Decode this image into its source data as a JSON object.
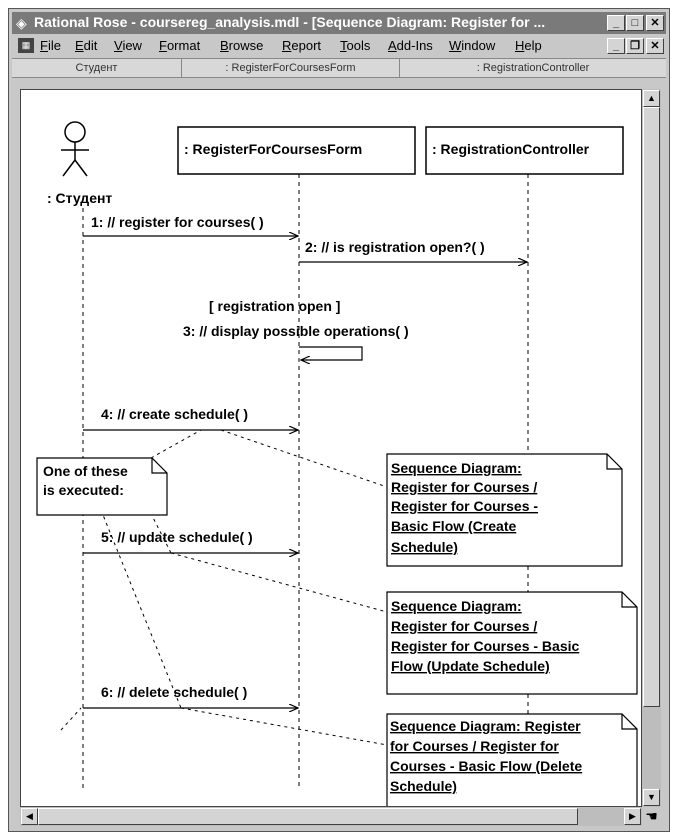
{
  "window": {
    "title": "Rational Rose - coursereg_analysis.mdl - [Sequence Diagram: Register for ..."
  },
  "menu": {
    "items": [
      "File",
      "Edit",
      "View",
      "Format",
      "Browse",
      "Report",
      "Tools",
      "Add-Ins",
      "Window",
      "Help"
    ]
  },
  "header": {
    "cells": [
      "Студент",
      ": RegisterForCoursesForm",
      ": RegistrationController"
    ]
  },
  "diagram": {
    "actor_label": ": Студент",
    "objects": [
      ": RegisterForCoursesForm",
      ": RegistrationController"
    ],
    "messages": {
      "m1": "1: // register for courses( )",
      "m2": "2: // is registration open?( )",
      "m3_guard": "[ registration open ]",
      "m3": "3: // display possible operations( )",
      "m4": "4: // create schedule( )",
      "m5": "5: // update schedule( )",
      "m6": "6: // delete schedule( )"
    },
    "comment_note": [
      "One of these",
      "is executed:"
    ],
    "link_notes": [
      [
        "Sequence Diagram:",
        "Register for Courses /",
        "Register for Courses -",
        "Basic Flow (Create",
        "Schedule)"
      ],
      [
        "Sequence Diagram:",
        "Register for Courses /",
        "Register for Courses - Basic",
        "Flow (Update Schedule)"
      ],
      [
        "Sequence Diagram: Register",
        "for Courses / Register for",
        "Courses - Basic Flow (Delete",
        "Schedule)"
      ]
    ]
  }
}
